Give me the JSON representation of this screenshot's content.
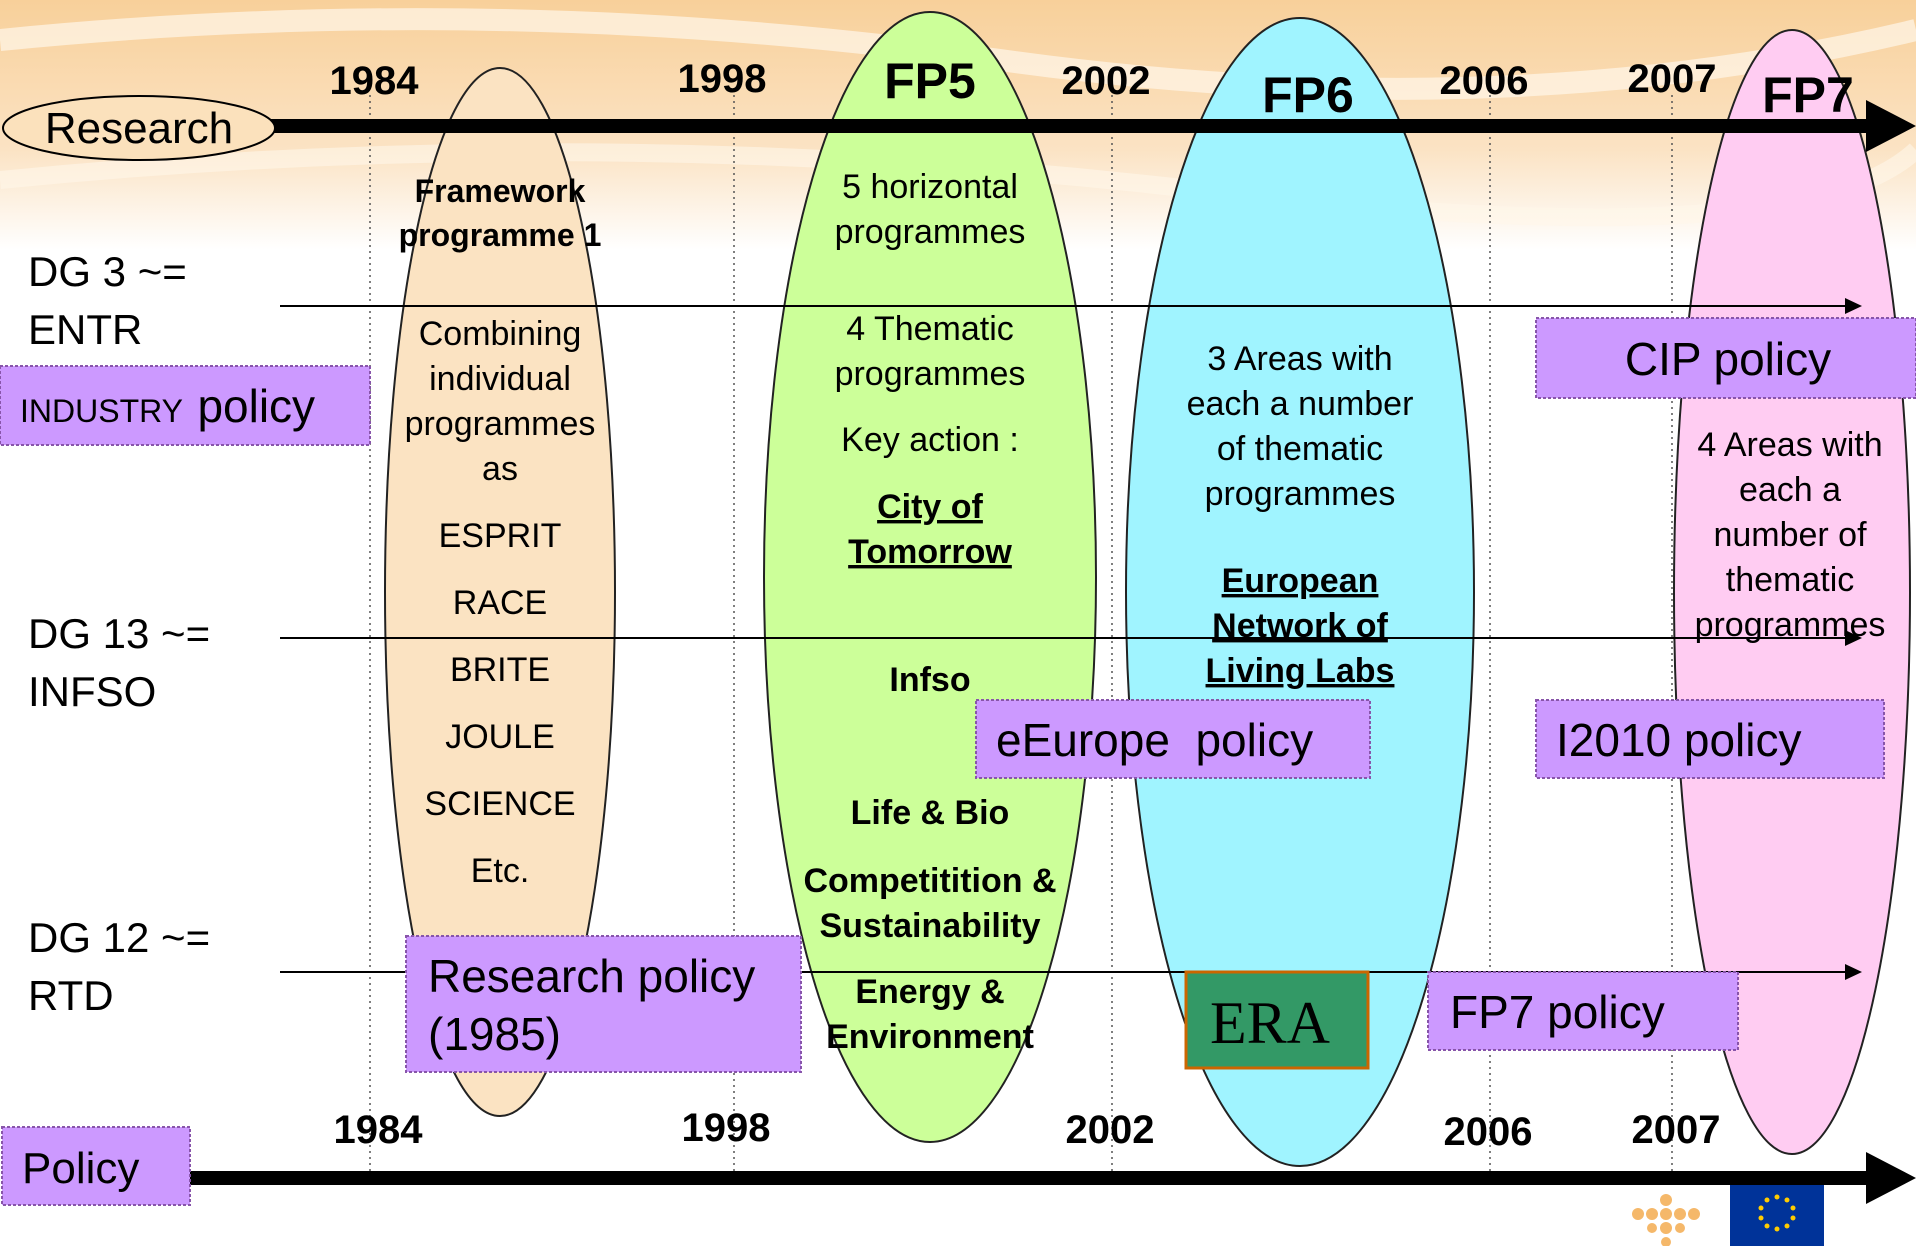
{
  "timeline": {
    "research_label": "Research",
    "policy_label": "Policy",
    "top_years": [
      "1984",
      "1998",
      "2002",
      "2006",
      "2007"
    ],
    "bottom_years": [
      "1984",
      "1998",
      "2002",
      "2006",
      "2007"
    ]
  },
  "dg_rows": [
    {
      "line1": "DG 3 ~=",
      "line2": "ENTR"
    },
    {
      "line1": "DG 13 ~=",
      "line2": "INFSO"
    },
    {
      "line1": "DG 12 ~=",
      "line2": "RTD"
    }
  ],
  "programmes": {
    "fp1": {
      "title_lines": [
        "Framework",
        "programme 1"
      ],
      "body_lines": [
        "Combining",
        "individual",
        "programmes",
        "as"
      ],
      "items": [
        "ESPRIT",
        "RACE",
        "BRITE",
        "JOULE",
        "SCIENCE",
        "Etc."
      ]
    },
    "fp5": {
      "title": "FP5",
      "horizontal_lines": [
        "5 horizontal",
        "programmes"
      ],
      "thematic_lines": [
        "4 Thematic",
        "programmes"
      ],
      "key_action": "Key action :",
      "city_lines": [
        "City of",
        "Tomorrow"
      ],
      "infso": "Infso",
      "life_bio": "Life & Bio",
      "comp_lines": [
        "Competitition &",
        "Sustainability"
      ],
      "energy_lines": [
        "Energy &",
        "Environment"
      ]
    },
    "fp6": {
      "title": "FP6",
      "areas_lines": [
        "3 Areas with",
        "each a number",
        "of thematic",
        "programmes"
      ],
      "enoll_lines": [
        "European",
        "Network of",
        "Living Labs"
      ]
    },
    "fp7": {
      "title": "FP7",
      "areas_lines": [
        "4 Areas with",
        "each a",
        "number of",
        "thematic",
        "programmes"
      ]
    }
  },
  "policies": {
    "industry": {
      "small": "INDUSTRY",
      "big": "policy"
    },
    "cip": "CIP policy",
    "eeurope": "eEurope  policy",
    "i2010": "I2010 policy",
    "research_lines": [
      "Research policy",
      "(1985)"
    ],
    "fp7": "FP7 policy",
    "era": "ERA"
  },
  "colors": {
    "fp1_fill": "#fbe3c2",
    "fp5_fill": "#ccff99",
    "fp6_fill": "#a0f4ff",
    "fp7_fill": "#ffccf2",
    "policy_fill": "#cc99ff",
    "era_fill": "#339966",
    "banner": "#fbe1bc"
  }
}
